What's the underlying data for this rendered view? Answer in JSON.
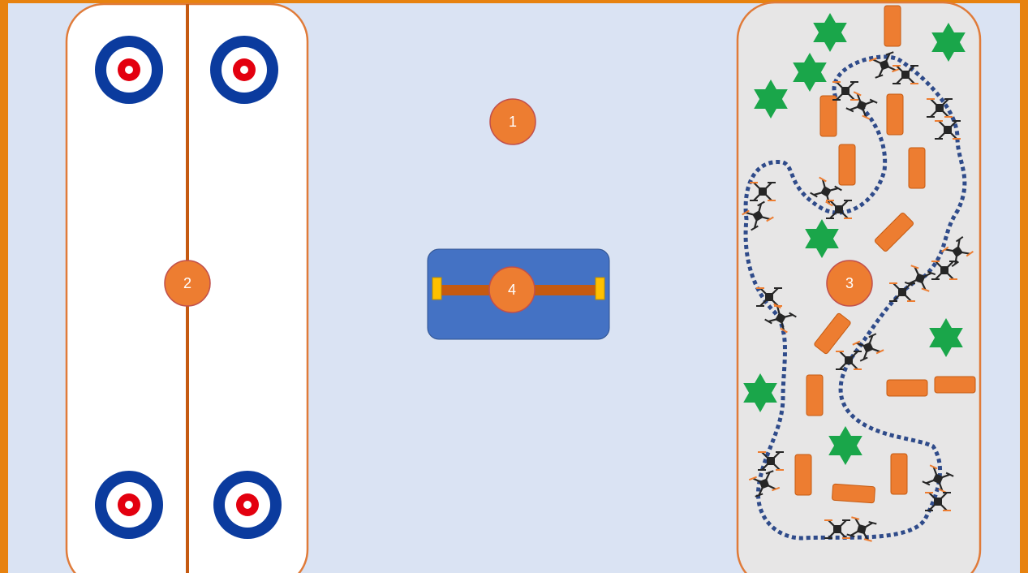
{
  "labels": {
    "zone_1": "1",
    "zone_2": "2",
    "zone_3": "3",
    "zone_4": "4"
  },
  "colors": {
    "frame": "#e7820f",
    "floor": "#dae3f3",
    "curling_sheet": "#ffffff",
    "obstacle_course": "#e7e6e6",
    "zone_border": "#e07b39",
    "center_line": "#c55a11",
    "target_outer": "#0b3b9e",
    "target_inner": "#e3000f",
    "marker_fill": "#ed7d31",
    "marker_stroke": "#c0504d",
    "obstacle": "#ed7d31",
    "tree": "#1aa64a",
    "path": "#2f4b8a",
    "platform": "#4472c4",
    "bar": "#c55a11",
    "bar_end": "#ffc000",
    "drone_body": "#262626",
    "drone_accent": "#ed7d31"
  },
  "icons": {
    "target": "curling-house-target-icon",
    "tree": "green-star-tree-icon",
    "obstacle": "orange-block-obstacle-icon",
    "drone": "quadcopter-drone-icon"
  }
}
